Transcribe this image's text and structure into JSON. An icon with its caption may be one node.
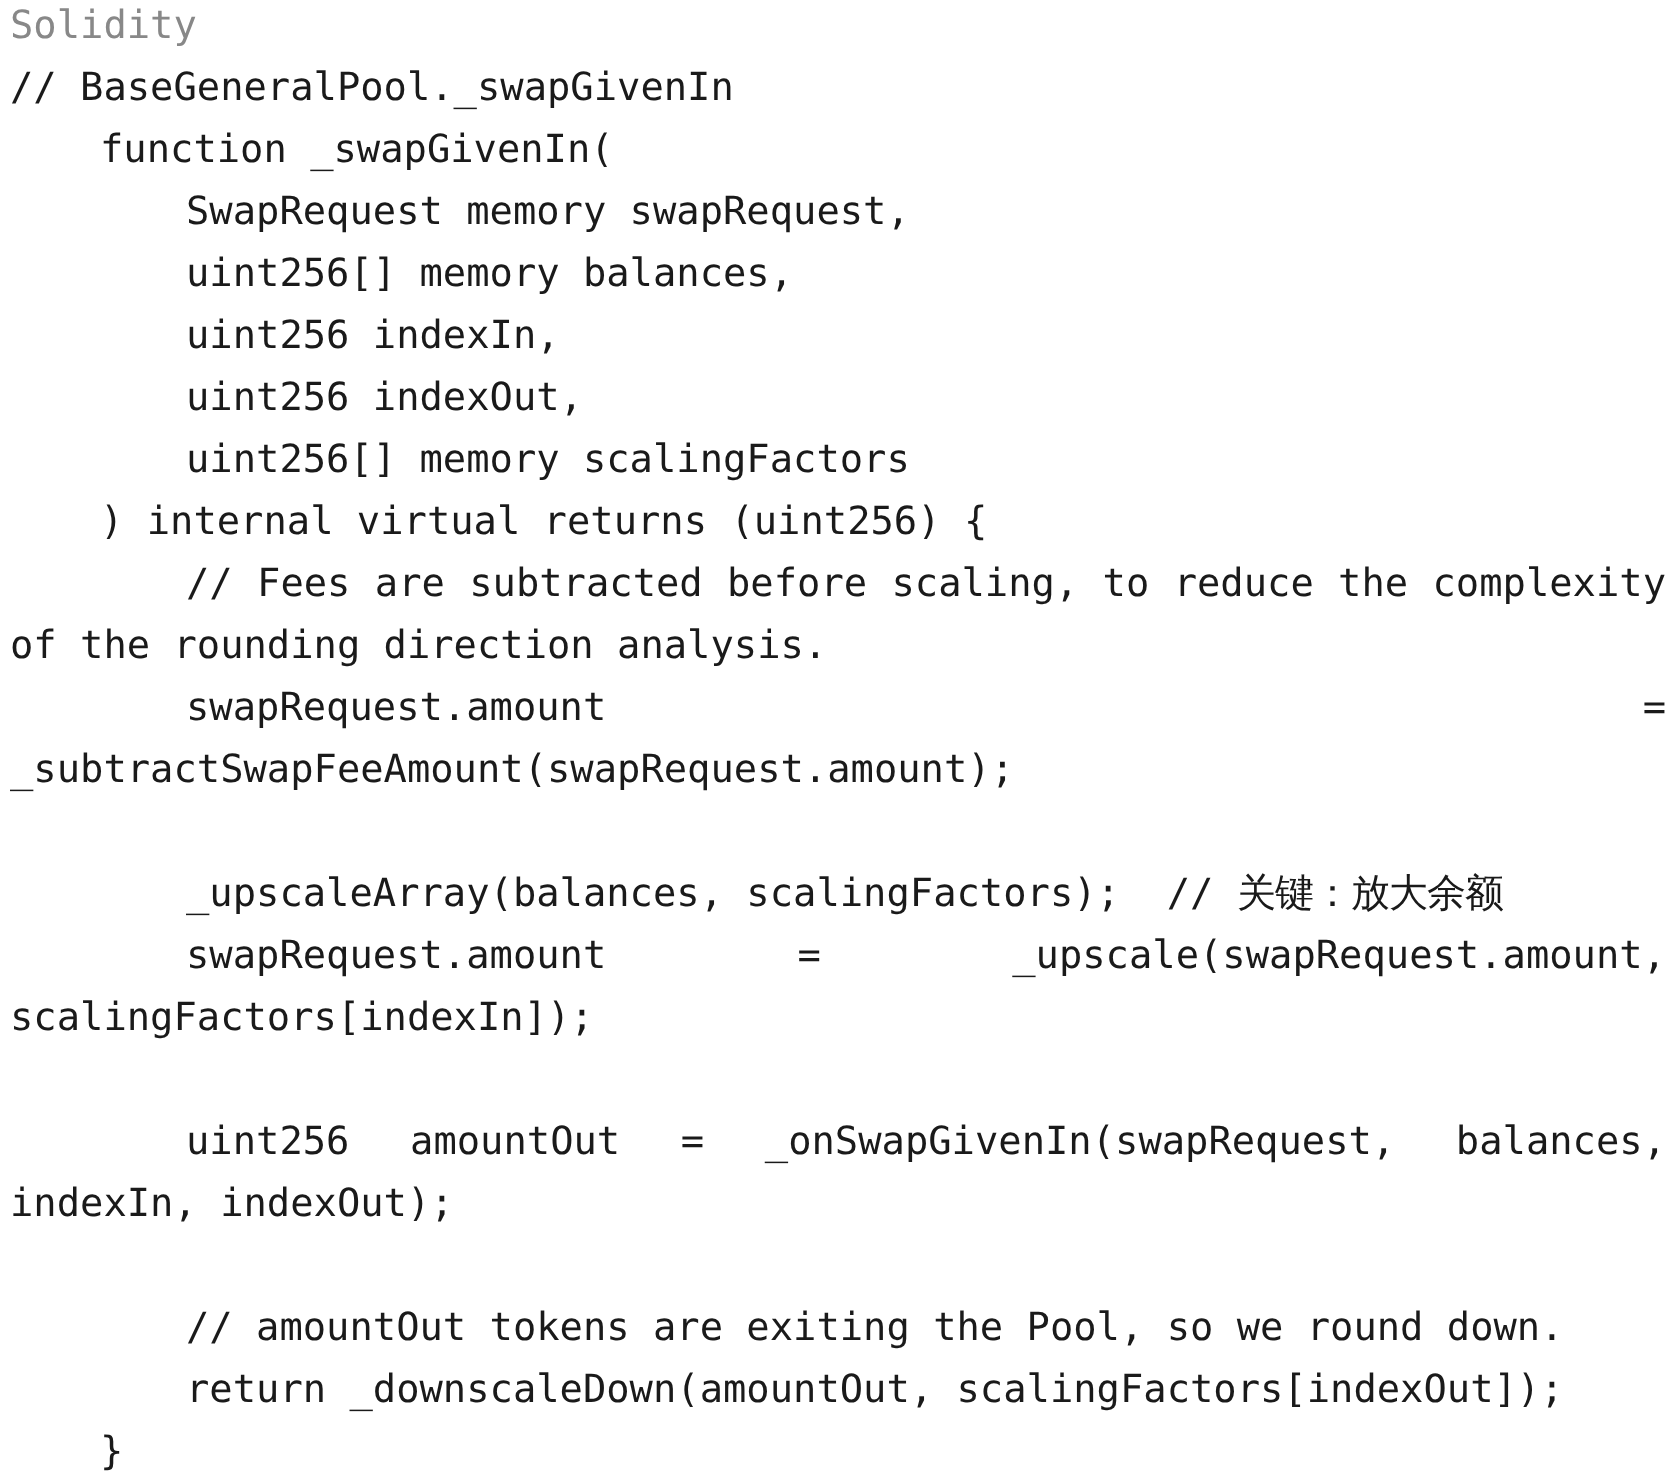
{
  "diagram": {
    "labels": [
      "Solidity",
      "// BaseGeneralPool._swapGivenIn",
      "function _swapGivenIn(",
      "SwapRequest memory swapRequest,",
      "uint256[] memory balances,",
      "uint256 indexIn,",
      "uint256 indexOut,",
      "uint256[] memory scalingFactors",
      ") internal virtual returns (uint256) {",
      "// Fees are subtracted before scaling, to reduce the complexity of the rounding direction analysis.",
      "swapRequest.amount = _subtractSwapFeeAmount(swapRequest.amount);",
      "_upscaleArray(balances, scalingFactors);  // 关键：放大余额",
      "swapRequest.amount = _upscale(swapRequest.amount, scalingFactors[indexIn]);",
      "uint256 amountOut = _onSwapGivenIn(swapRequest, balances, indexIn, indexOut);",
      "// amountOut tokens are exiting the Pool, so we round down.",
      "return _downscaleDown(amountOut, scalingFactors[indexOut]);",
      "}"
    ]
  }
}
